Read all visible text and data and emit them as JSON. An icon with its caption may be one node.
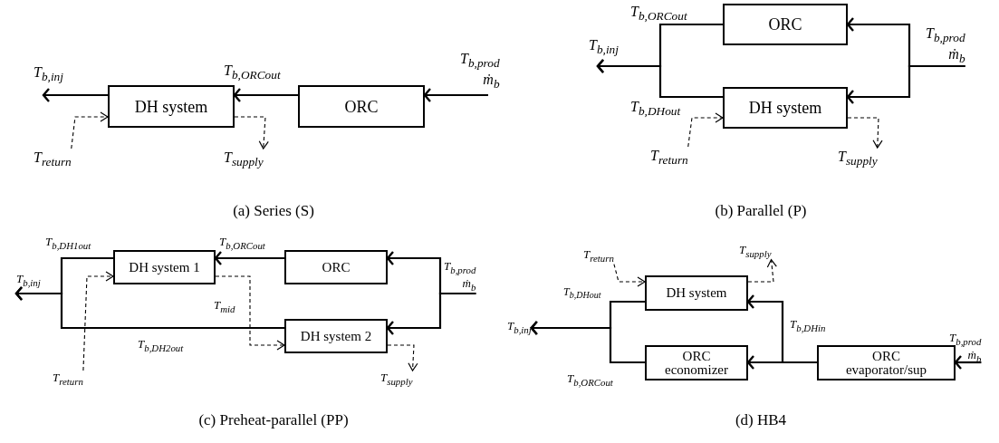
{
  "diagram": {
    "nodes": [
      {
        "text": [
          "DH system"
        ]
      },
      {
        "text": [
          "ORC"
        ]
      },
      {
        "text": [
          "T$_{b,prod}$",
          "ṁ$_{b}$"
        ]
      },
      {
        "text": [
          "T$_{b,inj}$"
        ]
      },
      {
        "text": [
          "T$_{return}$"
        ]
      },
      {
        "text": [
          "T$_{supply}$"
        ]
      },
      {
        "text": [
          "ORC"
        ]
      },
      {
        "text": [
          "DH system"
        ]
      },
      {
        "text": [
          "T$_{b,prod}$",
          "ṁ$_{b}$"
        ]
      },
      {
        "text": [
          "T$_{b,inj}$"
        ]
      },
      {
        "text": [
          "T$_{return}$"
        ]
      },
      {
        "text": [
          "T$_{supply}$"
        ]
      },
      {
        "text": [
          "DH system 1"
        ]
      },
      {
        "text": [
          "ORC"
        ]
      },
      {
        "text": [
          "DH system 2"
        ]
      },
      {
        "text": [
          "T$_{b,prod}$",
          "ṁ$_{b}$"
        ]
      },
      {
        "text": [
          "T$_{b,inj}$"
        ]
      },
      {
        "text": [
          "T$_{return}$"
        ]
      },
      {
        "text": [
          "T$_{supply}$"
        ]
      },
      {
        "text": [
          "DH system"
        ]
      },
      {
        "text": [
          "ORC economizer"
        ]
      },
      {
        "text": [
          "ORC evaporator/sup"
        ]
      },
      {
        "text": [
          "T$_{b,prod}$",
          "ṁ$_{b}$"
        ]
      },
      {
        "text": [
          "T$_{b,inj}$"
        ]
      },
      {
        "text": [
          "T$_{return}$"
        ]
      },
      {
        "text": [
          "T$_{supply}$"
        ]
      }
    ],
    "edges": [
      {
        "from": 2,
        "to": 1,
        "arrow": "to"
      },
      {
        "from": 1,
        "to": 0,
        "arrow": "to",
        "label": "T$_{b,ORCout}$"
      },
      {
        "from": 0,
        "to": 3,
        "arrow": "to"
      },
      {
        "from": 4,
        "to": 0,
        "arrow": "to",
        "style": "dashed"
      },
      {
        "from": 0,
        "to": 5,
        "arrow": "to",
        "style": "dashed"
      },
      {
        "from": 8,
        "to": 6,
        "arrow": "to"
      },
      {
        "from": 8,
        "to": 7,
        "arrow": "to"
      },
      {
        "from": 6,
        "to": 9,
        "arrow": "to",
        "label": "T$_{b,ORCout}$"
      },
      {
        "from": 7,
        "to": 9,
        "arrow": "to",
        "label": "T$_{b,DHout}$"
      },
      {
        "from": 10,
        "to": 7,
        "arrow": "to",
        "style": "dashed"
      },
      {
        "from": 7,
        "to": 11,
        "arrow": "to",
        "style": "dashed"
      },
      {
        "from": 15,
        "to": 13,
        "arrow": "to"
      },
      {
        "from": 15,
        "to": 14,
        "arrow": "to"
      },
      {
        "from": 13,
        "to": 12,
        "arrow": "to",
        "label": "T$_{b,ORCout}$"
      },
      {
        "from": 12,
        "to": 16,
        "arrow": "to",
        "label": "T$_{b,DH1out}$"
      },
      {
        "from": 14,
        "to": 16,
        "arrow": "to",
        "label": "T$_{b,DH2out}$"
      },
      {
        "from": 17,
        "to": 12,
        "arrow": "to",
        "style": "dashed"
      },
      {
        "from": 12,
        "to": 14,
        "arrow": "to",
        "style": "dashed",
        "label": "T$_{mid}$"
      },
      {
        "from": 14,
        "to": 18,
        "arrow": "to",
        "style": "dashed"
      },
      {
        "from": 22,
        "to": 21,
        "arrow": "to"
      },
      {
        "from": 21,
        "to": 20,
        "arrow": "to"
      },
      {
        "from": 21,
        "to": 19,
        "arrow": "to",
        "label": "T$_{b,DHin}$"
      },
      {
        "from": 19,
        "to": 23,
        "arrow": "to",
        "label": "T$_{b,DHout}$"
      },
      {
        "from": 20,
        "to": 23,
        "arrow": "to",
        "label": "T$_{b,ORCout}$"
      },
      {
        "from": 24,
        "to": 19,
        "arrow": "to",
        "style": "dashed"
      },
      {
        "from": 19,
        "to": 25,
        "arrow": "to",
        "style": "dashed"
      }
    ],
    "labels": [
      "(a) Series (S)",
      "(b) Parallel (P)",
      "(c) Preheat-parallel (PP)",
      "(d) HB4"
    ]
  }
}
